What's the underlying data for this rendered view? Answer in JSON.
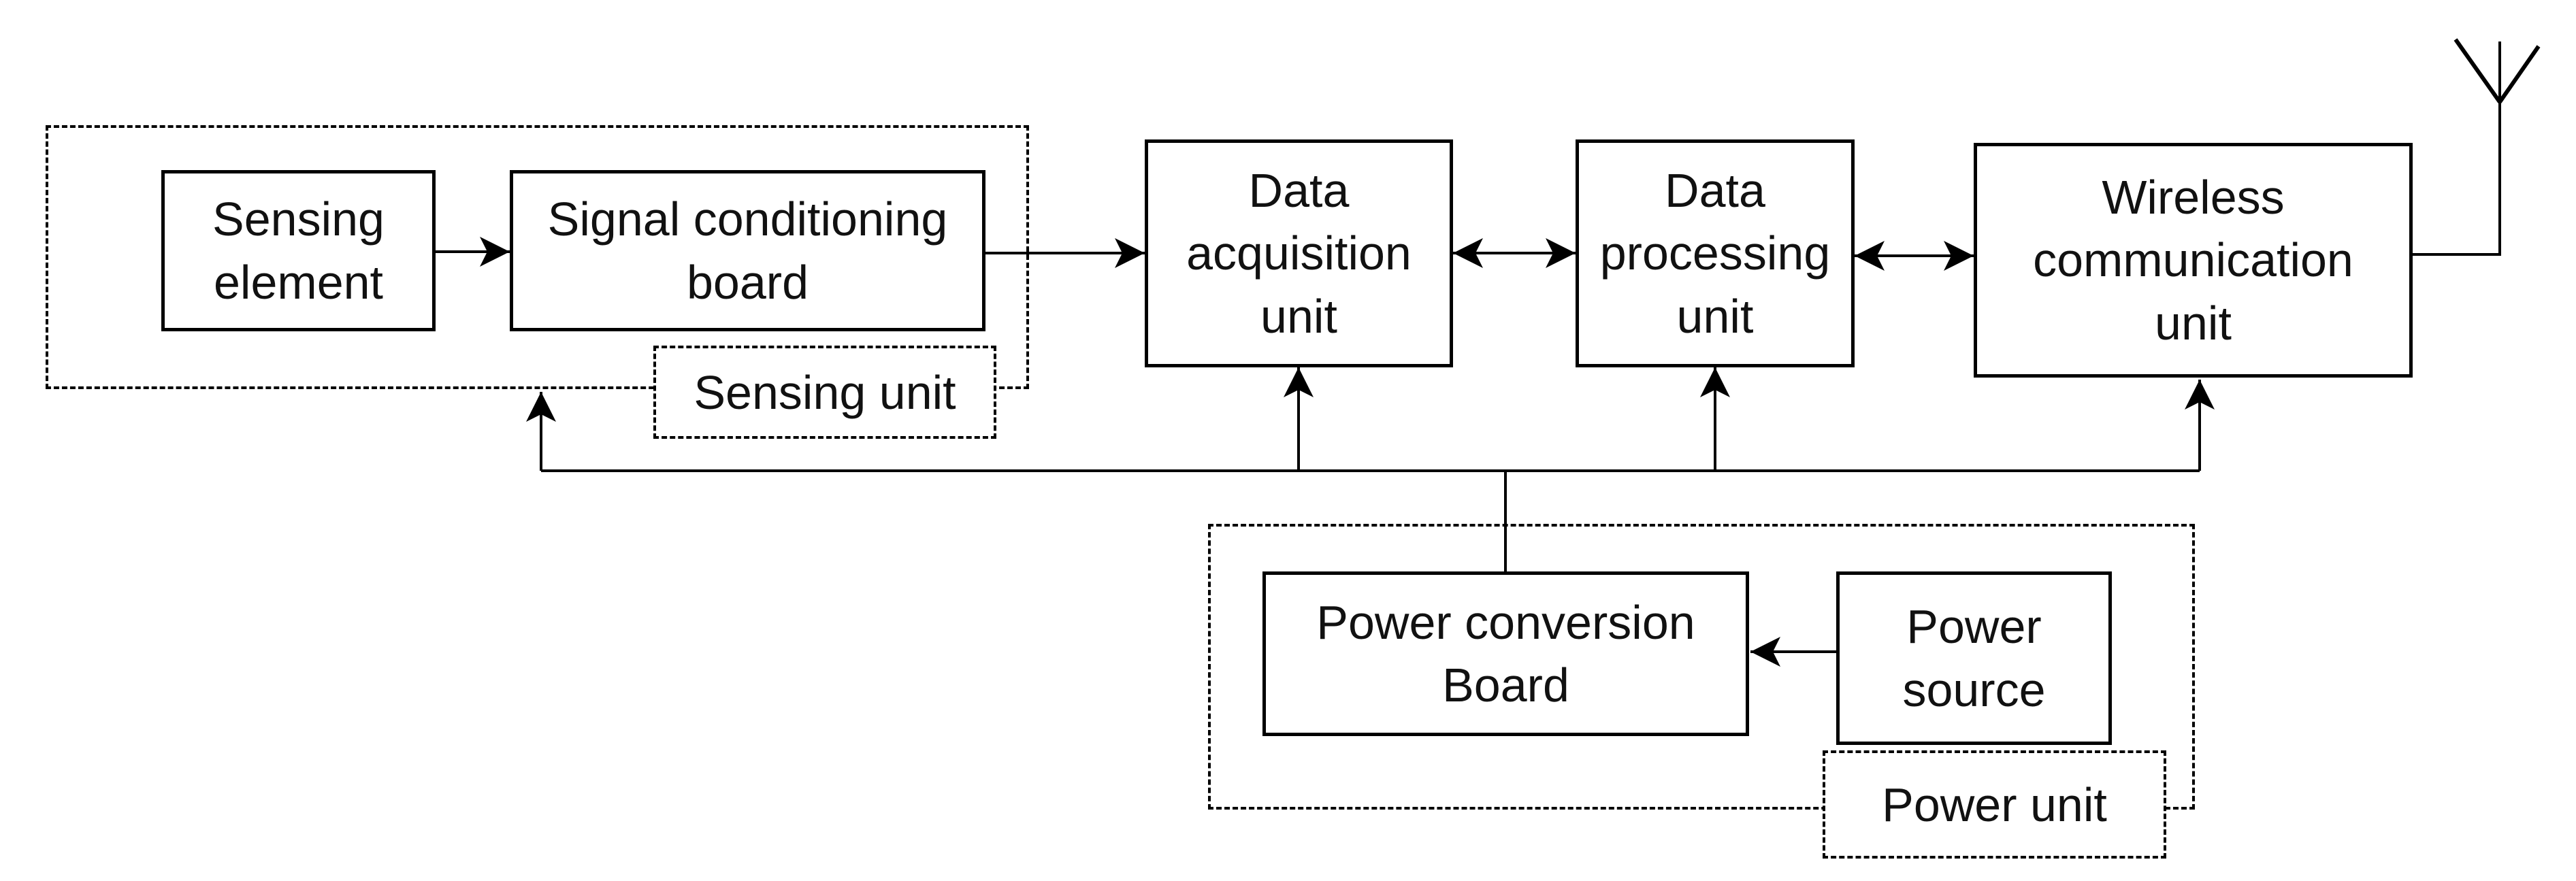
{
  "diagram": {
    "background_color": "#ffffff",
    "line_color": "#000000",
    "text_color": "#111111",
    "groups": {
      "sensing_unit": {
        "label": "Sensing unit"
      },
      "power_unit": {
        "label": "Power unit"
      }
    },
    "blocks": {
      "sensing_element": {
        "label": "Sensing\nelement"
      },
      "signal_conditioning_board": {
        "label": "Signal conditioning\nboard"
      },
      "data_acquisition_unit": {
        "label": "Data\nacquisition\nunit"
      },
      "data_processing_unit": {
        "label": "Data\nprocessing\nunit"
      },
      "wireless_communication_unit": {
        "label": "Wireless\ncommunication\nunit"
      },
      "power_conversion_board": {
        "label": "Power conversion\nBoard"
      },
      "power_source": {
        "label": "Power\nsource"
      }
    },
    "icons": {
      "antenna": "antenna-icon"
    },
    "connections": [
      {
        "from": "sensing_element",
        "to": "signal_conditioning_board",
        "type": "arrow"
      },
      {
        "from": "signal_conditioning_board",
        "to": "data_acquisition_unit",
        "type": "arrow"
      },
      {
        "from": "data_acquisition_unit",
        "to": "data_processing_unit",
        "type": "double-arrow"
      },
      {
        "from": "data_processing_unit",
        "to": "wireless_communication_unit",
        "type": "double-arrow"
      },
      {
        "from": "wireless_communication_unit",
        "to": "antenna",
        "type": "line"
      },
      {
        "from": "power_source",
        "to": "power_conversion_board",
        "type": "arrow"
      },
      {
        "from": "power_conversion_board",
        "to": "sensing_unit",
        "type": "arrow"
      },
      {
        "from": "power_conversion_board",
        "to": "data_acquisition_unit",
        "type": "arrow"
      },
      {
        "from": "power_conversion_board",
        "to": "data_processing_unit",
        "type": "arrow"
      },
      {
        "from": "power_conversion_board",
        "to": "wireless_communication_unit",
        "type": "arrow"
      }
    ]
  }
}
